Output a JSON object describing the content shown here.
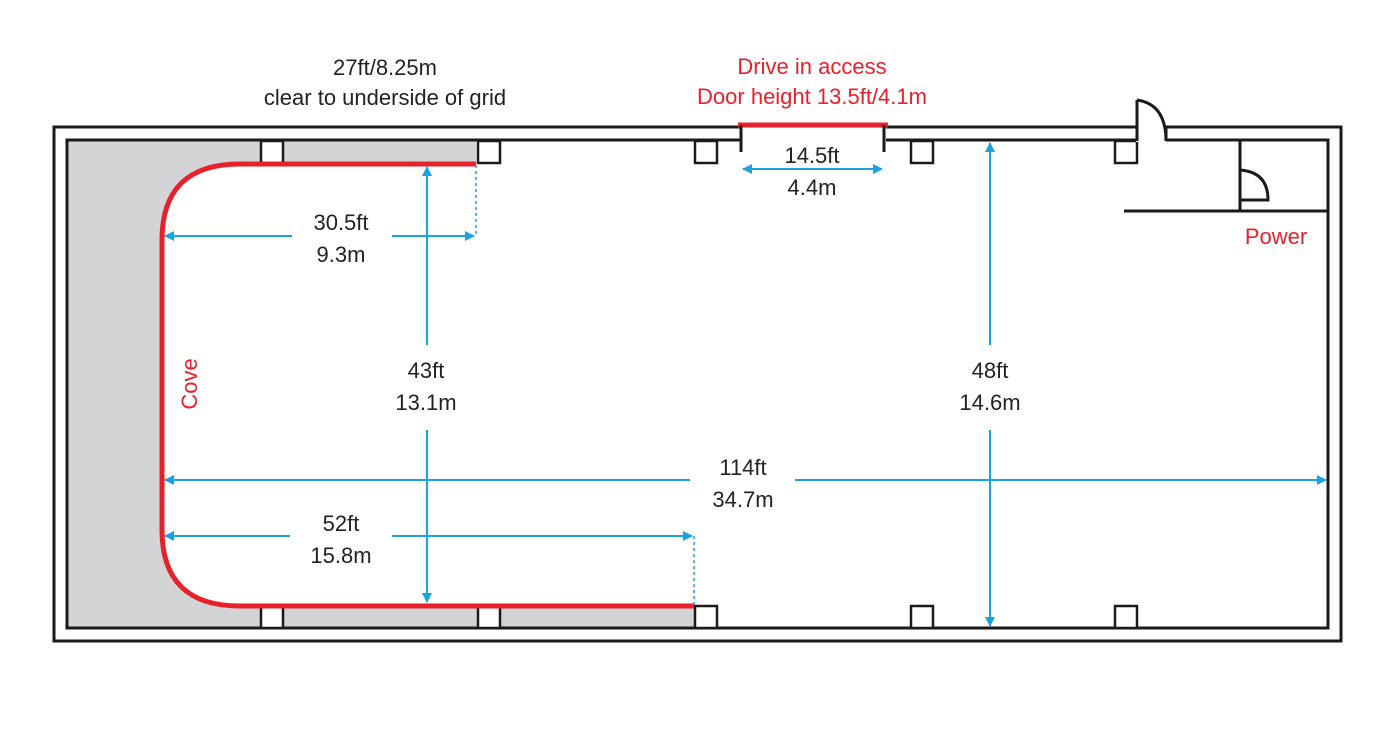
{
  "colors": {
    "wall": "#1a1a1a",
    "cove_fill": "#d4d4d6",
    "cove_line": "#e8202a",
    "dimension": "#1aa3e0",
    "accent_text": "#e8202a",
    "text": "#222222"
  },
  "grid_height": {
    "line1": "27ft/8.25m",
    "line2": "clear to underside of grid"
  },
  "drive_in": {
    "line1": "Drive in access",
    "line2": "Door height 13.5ft/4.1m"
  },
  "labels": {
    "power": "Power",
    "cove": "Cove"
  },
  "dimensions": {
    "door_width": {
      "ft": "14.5ft",
      "m": "4.4m"
    },
    "cove_top": {
      "ft": "30.5ft",
      "m": "9.3m"
    },
    "cove_depth": {
      "ft": "43ft",
      "m": "13.1m"
    },
    "studio_width": {
      "ft": "48ft",
      "m": "14.6m"
    },
    "studio_length": {
      "ft": "114ft",
      "m": "34.7m"
    },
    "cove_bottom": {
      "ft": "52ft",
      "m": "15.8m"
    }
  }
}
